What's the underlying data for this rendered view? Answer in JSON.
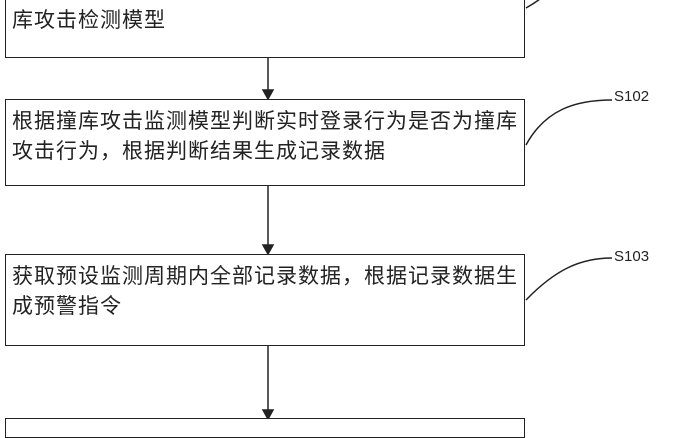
{
  "steps": [
    {
      "id": "",
      "text": "获取历史登录行为数据，并根据历史登录数据生成撞库攻击检测模型"
    },
    {
      "id": "S102",
      "text": "根据撞库攻击监测模型判断实时登录行为是否为撞库攻击行为，根据判断结果生成记录数据"
    },
    {
      "id": "S103",
      "text": "获取预设监测周期内全部记录数据，根据记录数据生成预警指令"
    }
  ]
}
